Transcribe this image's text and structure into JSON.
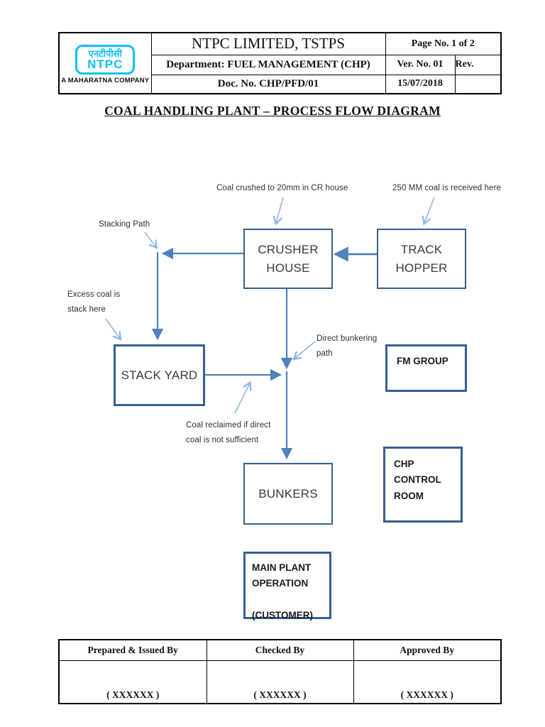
{
  "header": {
    "logo": {
      "hindi": "एनटीपीसी",
      "latin": "NTPC",
      "tagline": "A MAHARATNA COMPANY"
    },
    "company": "NTPC LIMITED, TSTPS",
    "department": "Department: FUEL MANAGEMENT (CHP)",
    "doc_no": "Doc. No. CHP/PFD/01",
    "page_no": "Page No. 1 of 2",
    "ver_no": "Ver. No. 01",
    "rev_label": "Rev.",
    "rev_value": "",
    "date": "15/07/2018"
  },
  "title": "COAL HANDLING PLANT – PROCESS FLOW DIAGRAM",
  "diagram": {
    "boxes": {
      "crusher_house": "CRUSHER\nHOUSE",
      "track_hopper": "TRACK\nHOPPER",
      "stack_yard": "STACK YARD",
      "bunkers": "BUNKERS",
      "fm_group": "FM GROUP",
      "chp_control_room": "CHP\nCONTROL\nROOM",
      "main_plant_operation": "MAIN PLANT\nOPERATION\n\n(CUSTOMER)"
    },
    "annotations": {
      "crushed": "Coal crushed to 20mm in CR house",
      "received": "250 MM coal is received here",
      "stacking_path": "Stacking Path",
      "excess_coal": "Excess coal is\nstack here",
      "direct_bunkering": "Direct bunkering\npath",
      "coal_reclaimed": "Coal reclaimed if direct\ncoal is not sufficient"
    },
    "colors": {
      "box_border": "#365f91",
      "flow_line": "#4f81bd",
      "leader_line": "#93b5dd",
      "logo_cyan": "#0cc0ef"
    }
  },
  "signoff_table": {
    "headers": [
      "Prepared & Issued By",
      "Checked By",
      "Approved By"
    ],
    "values": [
      "( XXXXXX )",
      "( XXXXXX )",
      "( XXXXXX )"
    ]
  }
}
